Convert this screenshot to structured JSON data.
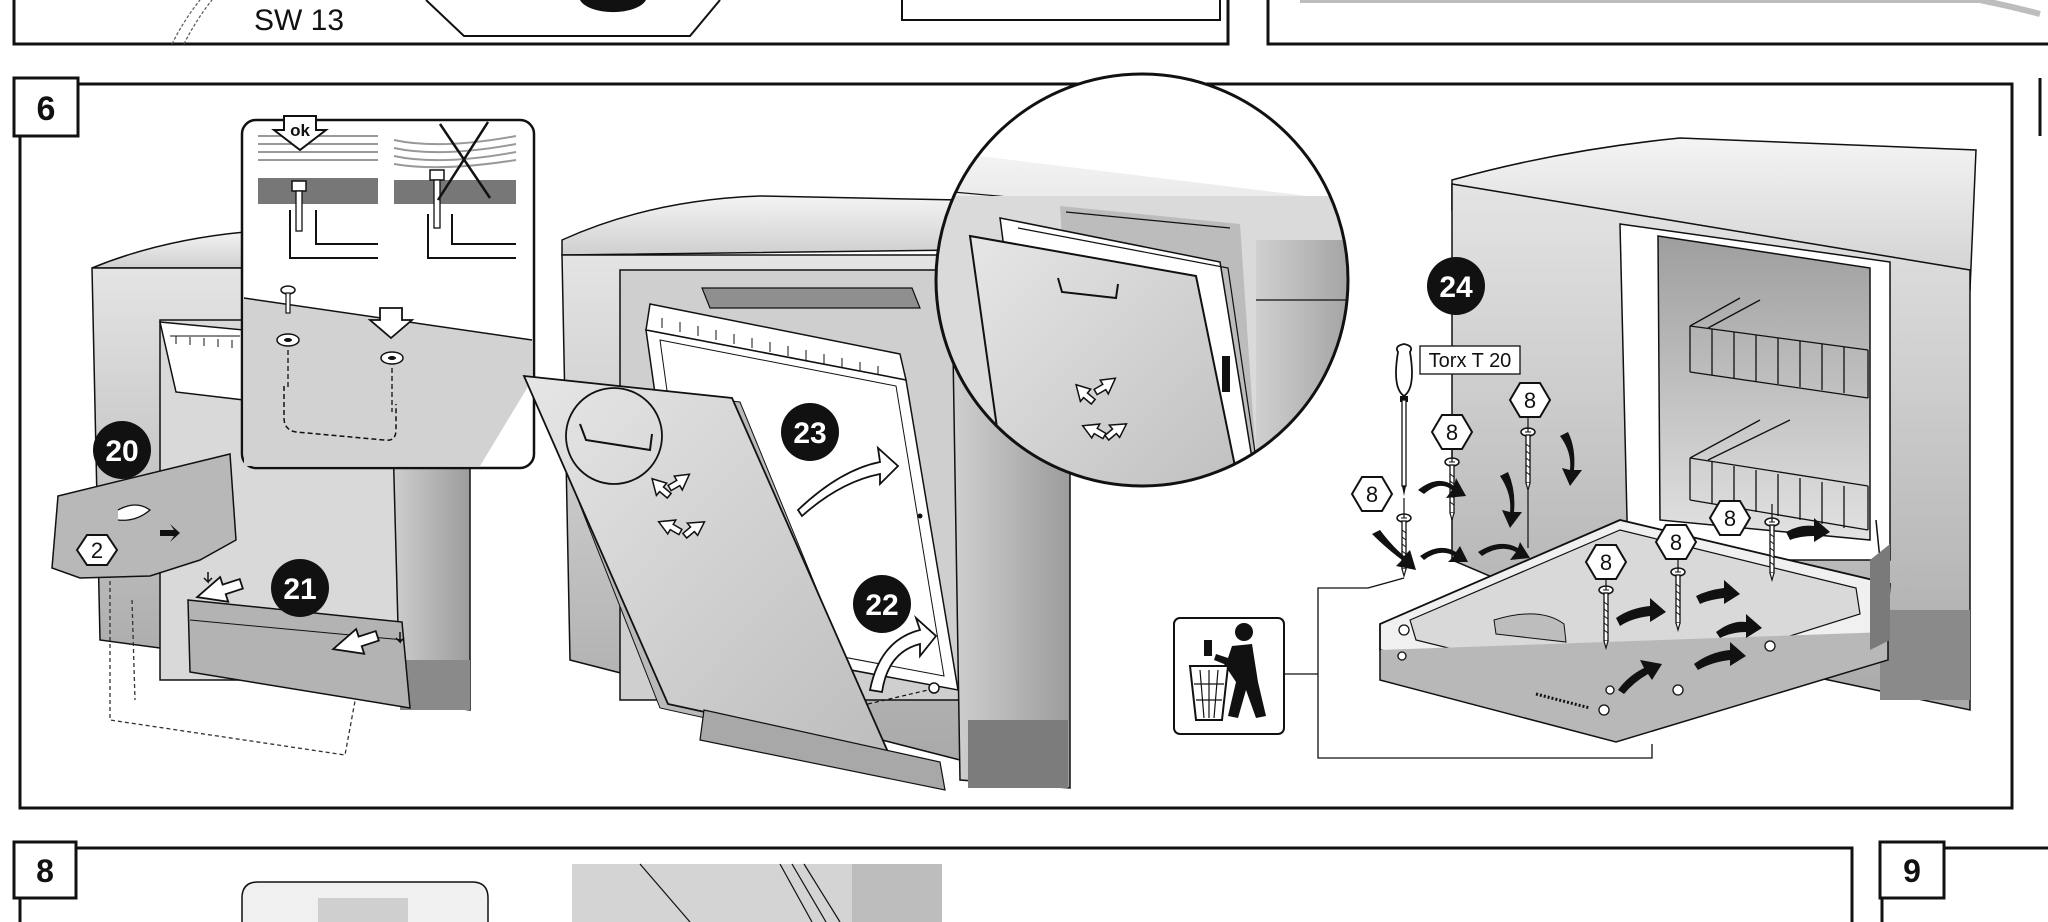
{
  "top_panels": {
    "wrench_label": "SW 13"
  },
  "step6": {
    "panel_number": "6",
    "inset_ok_label": "ok",
    "tool_label": "Torx T 20",
    "screw_size": "8",
    "part_number": "2",
    "steps": [
      "20",
      "21",
      "22",
      "23",
      "24"
    ]
  },
  "bottom_panels": {
    "left_number": "8",
    "right_number": "9"
  },
  "colors": {
    "line": "#111111",
    "step_badge": "#111111",
    "panel_grey": "#c8c8c8"
  }
}
